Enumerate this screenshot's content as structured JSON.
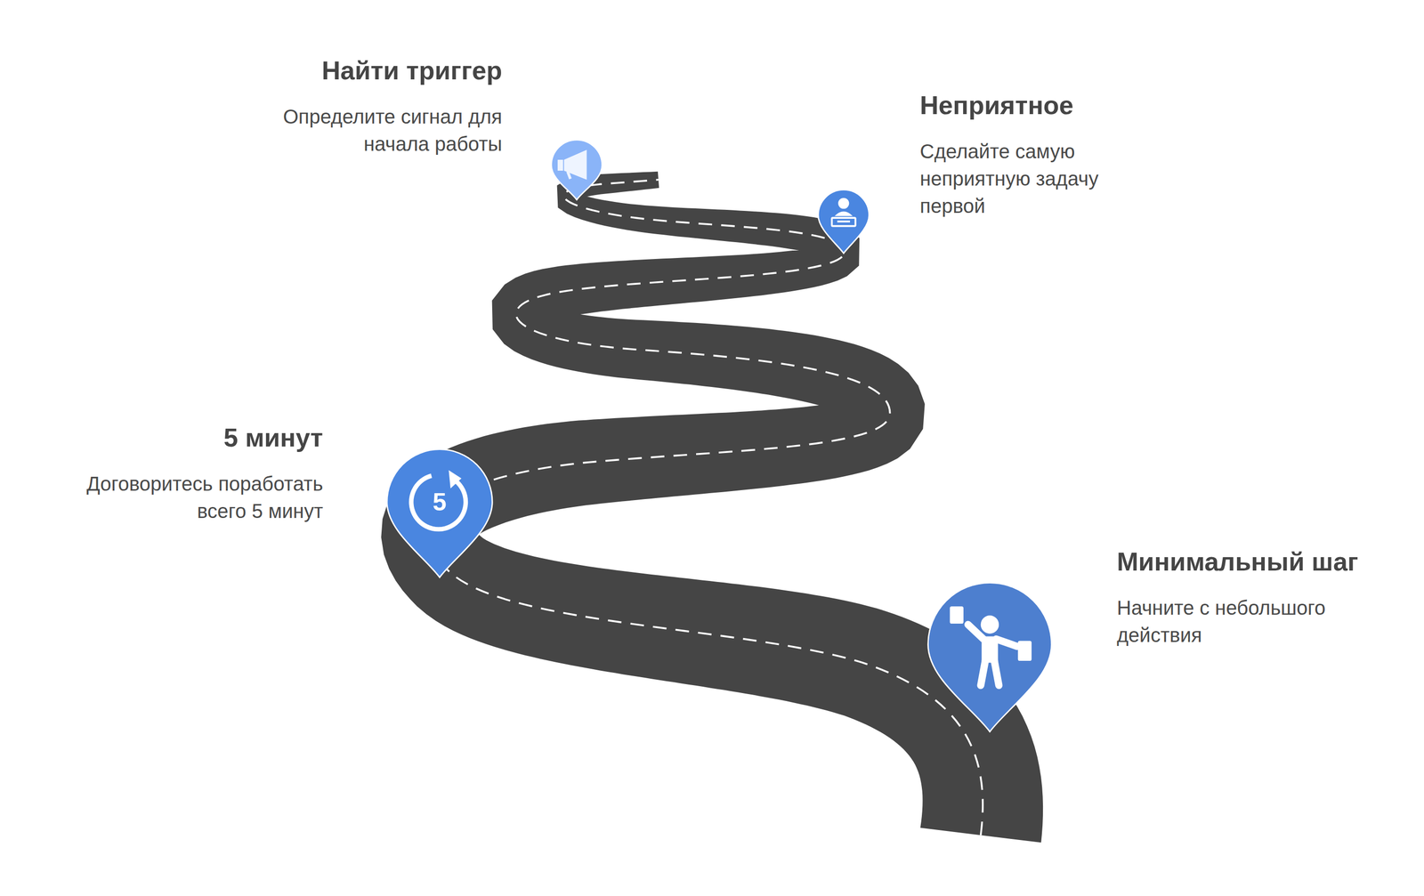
{
  "diagram": {
    "nodes": [
      {
        "text": [
          "Найти триггер",
          "Определите сигнал для начала работы"
        ]
      },
      {
        "text": [
          "Неприятное",
          "Сделайте самую неприятную задачу первой"
        ]
      },
      {
        "text": [
          "5 минут",
          "Договоритесь поработать всего 5 минут"
        ]
      },
      {
        "text": [
          "Минимальный шаг",
          "Начните с небольшого действия"
        ]
      }
    ],
    "labels": [
      "5"
    ]
  }
}
